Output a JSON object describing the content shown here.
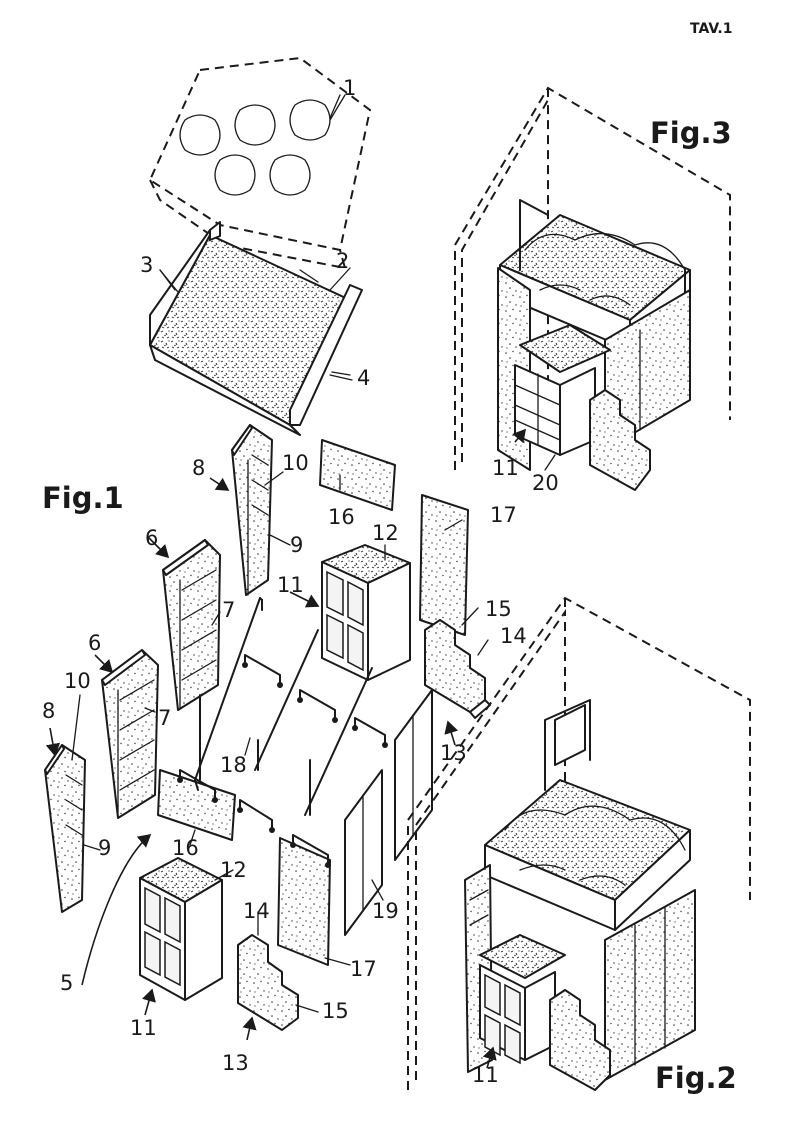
{
  "sheet_label": "TAV.1",
  "figures": {
    "fig1": "Fig.1",
    "fig2": "Fig.2",
    "fig3": "Fig.3"
  },
  "fig1_refs": {
    "r1": "1",
    "r2": "2",
    "r3": "3",
    "r4": "4",
    "r5": "5",
    "r6a": "6",
    "r6b": "6",
    "r7a": "7",
    "r7b": "7",
    "r8a": "8",
    "r8b": "8",
    "r9a": "9",
    "r9b": "9",
    "r10a": "10",
    "r10b": "10",
    "r11a": "11",
    "r11b": "11",
    "r12a": "12",
    "r12b": "12",
    "r13a": "13",
    "r13b": "13",
    "r14a": "14",
    "r14b": "14",
    "r15a": "15",
    "r15b": "15",
    "r16a": "16",
    "r16b": "16",
    "r17a": "17",
    "r17b": "17",
    "r18": "18",
    "r19": "19"
  },
  "fig2_refs": {
    "r11": "11"
  },
  "fig3_refs": {
    "r11": "11",
    "r20": "20"
  }
}
